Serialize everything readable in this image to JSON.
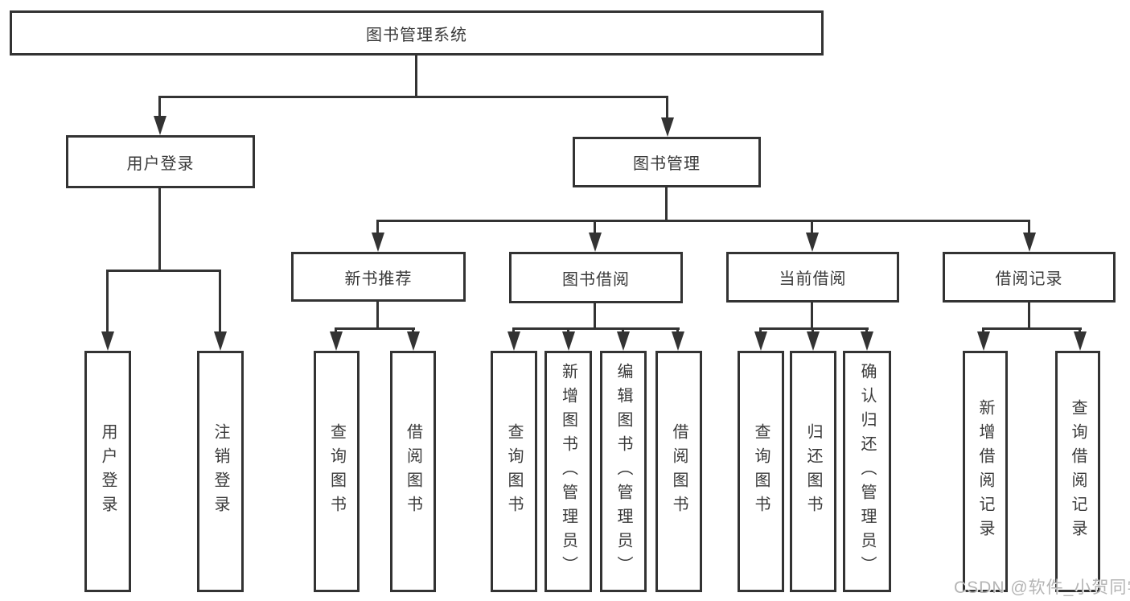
{
  "diagram": {
    "title": "图书管理系统",
    "nodes": {
      "root": "图书管理系统",
      "l1": [
        "用户登录",
        "图书管理"
      ],
      "l2": [
        "新书推荐",
        "图书借阅",
        "当前借阅",
        "借阅记录"
      ],
      "leaves": [
        "用户登录",
        "注销登录",
        "查询图书",
        "借阅图书",
        "查询图书",
        "新增图书（管理员）",
        "编辑图书（管理员）",
        "借阅图书",
        "查询图书",
        "归还图书",
        "确认归还（管理员）",
        "新增借阅记录",
        "查询借阅记录"
      ]
    },
    "colors": {
      "line": "#333333",
      "text": "#3a3a3a",
      "background": "#ffffff",
      "watermark": "#b0b0b0"
    }
  },
  "watermark": {
    "text": "CSDN @软件_小贺同学"
  }
}
